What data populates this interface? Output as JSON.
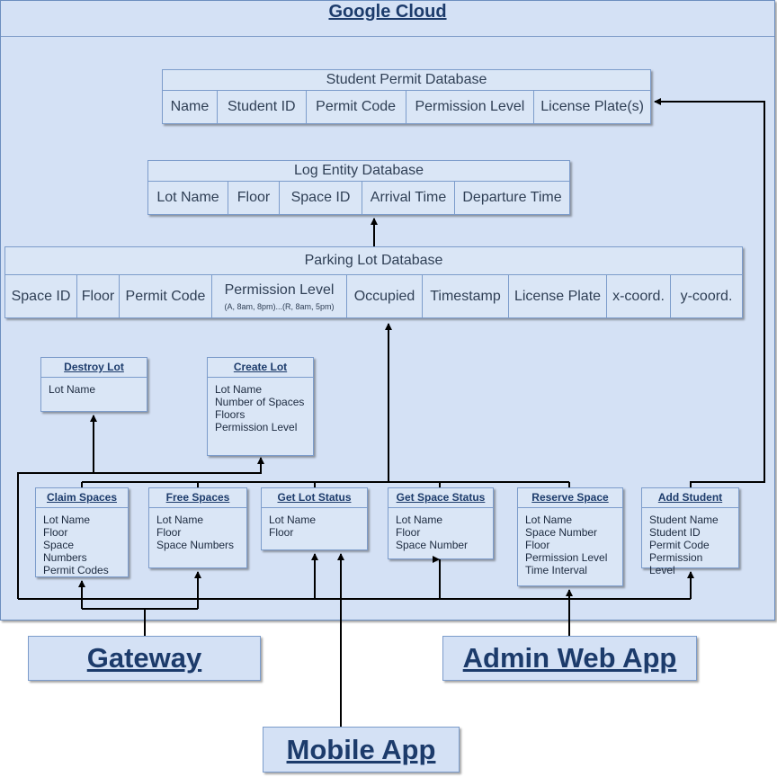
{
  "cloud": {
    "title": "Google Cloud"
  },
  "databases": {
    "student_permit": {
      "title": "Student Permit Database",
      "columns": [
        "Name",
        "Student ID",
        "Permit Code",
        "Permission Level",
        "License Plate(s)"
      ]
    },
    "log_entity": {
      "title": "Log Entity Database",
      "columns": [
        "Lot Name",
        "Floor",
        "Space ID",
        "Arrival Time",
        "Departure Time"
      ]
    },
    "parking_lot": {
      "title": "Parking Lot Database",
      "columns": [
        "Space ID",
        "Floor",
        "Permit Code",
        "Permission Level",
        "Occupied",
        "Timestamp",
        "License Plate",
        "x-coord.",
        "y-coord."
      ],
      "permission_level_note": "(A, 8am, 8pm)...(R, 8am, 5pm)"
    }
  },
  "functions": {
    "destroy_lot": {
      "title": "Destroy Lot",
      "fields": [
        "Lot Name"
      ]
    },
    "create_lot": {
      "title": "Create Lot",
      "fields": [
        "Lot Name",
        "Number of Spaces",
        "Floors",
        "Permission Level"
      ]
    },
    "claim_spaces": {
      "title": "Claim Spaces",
      "fields": [
        "Lot Name",
        "Floor",
        "Space Numbers",
        "Permit Codes"
      ]
    },
    "free_spaces": {
      "title": "Free Spaces",
      "fields": [
        "Lot Name",
        "Floor",
        "Space Numbers"
      ]
    },
    "get_lot_status": {
      "title": "Get Lot Status",
      "fields": [
        "Lot Name",
        "Floor"
      ]
    },
    "get_space_status": {
      "title": "Get Space Status",
      "fields": [
        "Lot Name",
        "Floor",
        "Space Number"
      ]
    },
    "reserve_space": {
      "title": "Reserve Space",
      "fields": [
        "Lot Name",
        "Space Number",
        "Floor",
        "Permission Level",
        "Time Interval"
      ]
    },
    "add_student": {
      "title": "Add Student",
      "fields": [
        "Student Name",
        "Student ID",
        "Permit Code",
        "Permission Level"
      ]
    }
  },
  "clients": {
    "gateway": "Gateway",
    "admin_web_app": "Admin Web App",
    "mobile_app": "Mobile App"
  }
}
